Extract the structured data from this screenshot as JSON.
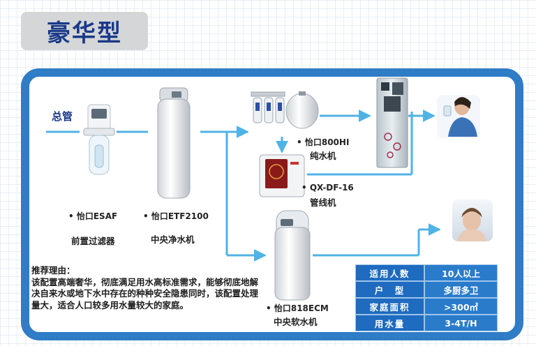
{
  "title": "豪华型",
  "labels": {
    "main_pipe": "总管",
    "prefilter_model": "• 怡口ESAF",
    "prefilter_name": "前置过滤器",
    "central_model": "• 怡口ETF2100",
    "central_name": "中央净水机",
    "ro_model": "• 怡口800HI",
    "ro_name": "纯水机",
    "pipeline_model": "• QX-DF-16",
    "pipeline_name": "管线机",
    "softener_model": "• 怡口818ECM",
    "softener_name": "中央软水机"
  },
  "reason": {
    "heading": "推荐理由：",
    "text": "该配置高端奢华，彻底满足用水高标准需求，能够彻底地解决自来水或地下水中存在的种种安全隐患同时，该配置处理量大，适合人口较多用水量较大的家庭。"
  },
  "spec_table": [
    {
      "key": "适用人数",
      "value": "10人以上"
    },
    {
      "key": "户　型",
      "value": "多厨多卫"
    },
    {
      "key": "家庭面积",
      "value": ">300㎡"
    },
    {
      "key": "用水量",
      "value": "3-4T/H"
    }
  ],
  "colors": {
    "frame": "#2f7cc7",
    "flow_line": "#4fb3e6",
    "title_text": "#1a3a88",
    "table_key": "#1e6bc0",
    "table_value": "#2a7ccb"
  }
}
